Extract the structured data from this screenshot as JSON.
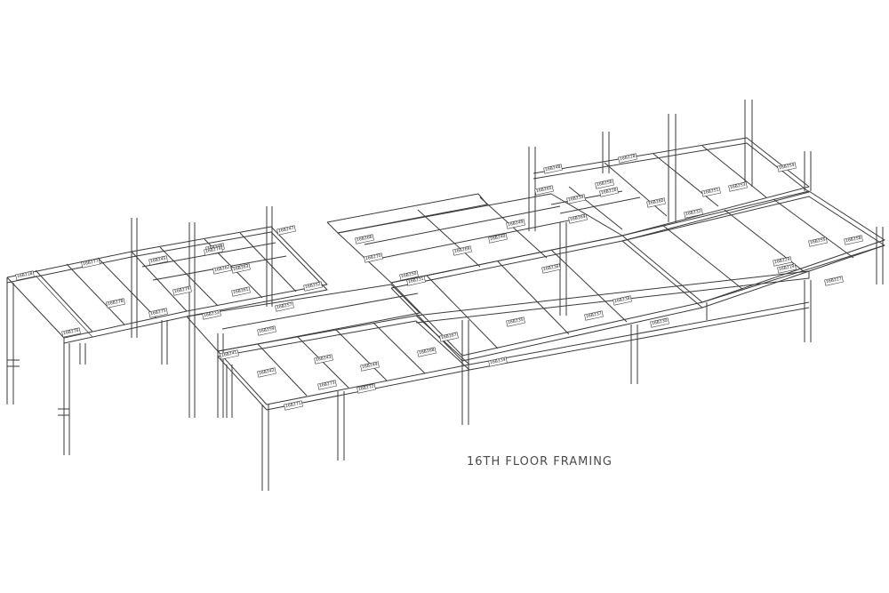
{
  "title": "16TH FLOOR FRAMING",
  "member_tags": [
    "16B218",
    "16B277",
    "16B276",
    "16B278",
    "16B245",
    "16B246",
    "16B262",
    "16B279",
    "16B247",
    "16B266",
    "16B270",
    "16B250",
    "16B231",
    "16B248",
    "16B265",
    "16B264",
    "16B239",
    "16B226",
    "16B228",
    "16B232",
    "16B230",
    "16B229",
    "16B241",
    "16B242",
    "16B243",
    "16B244",
    "16B233",
    "16B234",
    "16B271",
    "16B272",
    "16B273",
    "16B227",
    "16B263",
    "16B261",
    "16B275",
    "16B240",
    "16B236",
    "16B249",
    "16B238",
    "16B237",
    "16B235",
    "16B256",
    "16B260",
    "16B251",
    "16B253",
    "16B254",
    "16B255",
    "16B258",
    "16B219",
    "16B252",
    "16B257",
    "16B259",
    "16B267",
    "16B268",
    "16B269",
    "16B274"
  ]
}
